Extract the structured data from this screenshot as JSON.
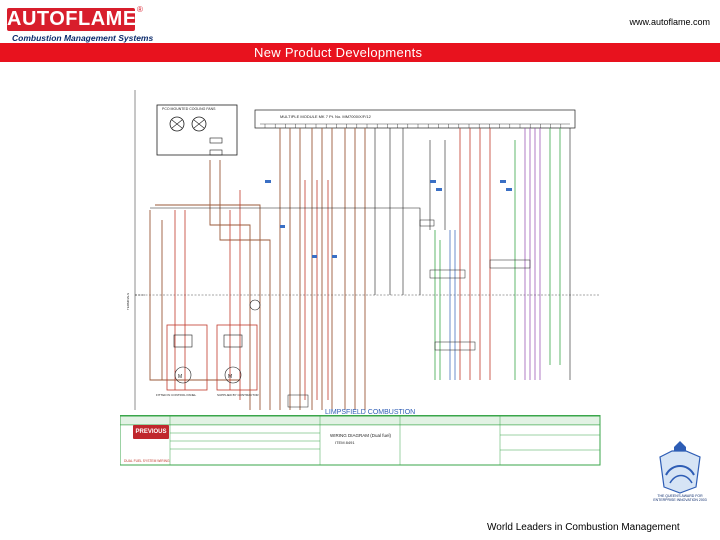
{
  "header": {
    "brand": "AUTOFLAME",
    "registered_mark": "®",
    "tagline": "Combustion Management Systems",
    "url": "www.autoflame.com"
  },
  "title_bar": {
    "title": "New Product Developments"
  },
  "diagram": {
    "panel_title": "PCO MOUNTED COOLING FANS",
    "header_label": "MULTIPLE MODULE MK 7 Pt. No. MM7000/X/F/12",
    "note_left": "FITTED IN CONTROL PANEL",
    "note_right": "SUPPLIED BY CONTRACTOR",
    "drawing_title": "WIRING DIAGRAM (Dual fuel)",
    "drawing_number": "ITEM 8491",
    "company_name": "LIMPSFIELD COMBUSTION",
    "previous_button": "PREVIOUS",
    "bottom_note": "DUAL FUEL SYSTEM WIRING",
    "colors": {
      "red": "#c0392b",
      "brown": "#9a5a3a",
      "green": "#3aa64a",
      "purple": "#8e44ad",
      "blue": "#2e5db5",
      "dark": "#1e1e1e"
    }
  },
  "award": {
    "caption": "THE QUEEN'S AWARD FOR ENTERPRISE INNOVATION 2003"
  },
  "footer": {
    "text": "World Leaders in Combustion Management"
  }
}
